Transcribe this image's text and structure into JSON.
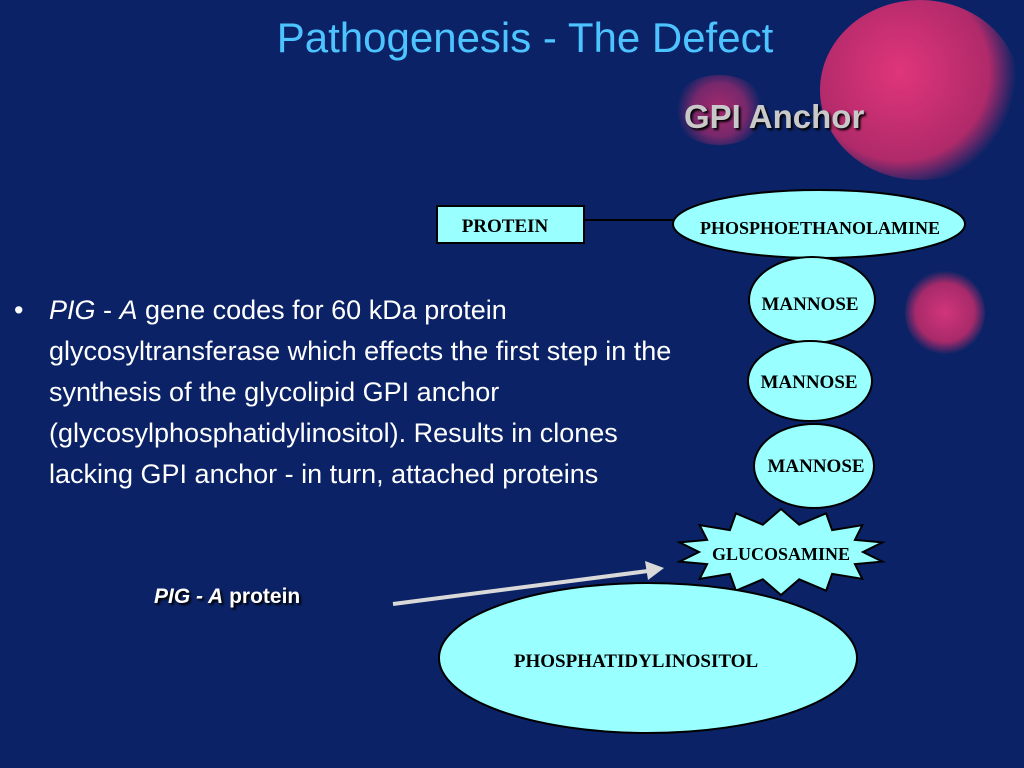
{
  "title": "Pathogenesis - The Defect",
  "diagram_title": "GPI Anchor",
  "bullet": {
    "marker": "•",
    "gene_italic": "PIG",
    "gene_sep": " - ",
    "gene_italic2": "A",
    "text": " gene codes for 60 kDa protein glycosyltransferase which effects the first step in the synthesis of the glycolipid GPI anchor (glycosylphosphatidylinositol). Results in clones lacking GPI anchor - in turn, attached proteins"
  },
  "pig_label": {
    "italic": "PIG - A",
    "rest": " protein"
  },
  "nodes": {
    "protein": "PROTEIN",
    "phosphoethanolamine": "PHOSPHOETHANOLAMINE",
    "mannose_1": "MANNOSE",
    "mannose_2": "MANNOSE",
    "mannose_3": "MANNOSE",
    "glucosamine": "GLUCOSAMINE",
    "phosphatidylinositol": "PHOSPHATIDYLINOSITOL"
  },
  "colors": {
    "background": "#0b2366",
    "title": "#4dc4ff",
    "node_fill": "#99ffff",
    "blob": "#c4306e"
  }
}
